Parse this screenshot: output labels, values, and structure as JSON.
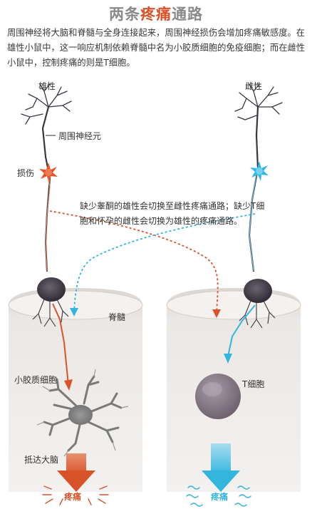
{
  "title": {
    "prefix": "两条",
    "highlight": "疼痛",
    "suffix": "通路"
  },
  "intro": "周围神经将大脑和脊髓与全身连接起来，周围神经损伤会增加疼痛敏感度。在雄性小鼠中，这一响应机制依赖脊髓中名为小胶质细胞的免疫细胞；而在雌性小鼠中，控制疼痛的则是T细胞。",
  "labels": {
    "male": "雄性",
    "female": "雌性",
    "peripheral_neuron": "周围神经元",
    "injury": "损伤",
    "spinal_cord": "脊髓",
    "microglia": "小胶质细胞",
    "t_cell": "T细胞",
    "to_brain": "抵达大脑"
  },
  "note": "缺少睾酮的雄性会切换至雌性疼痛通路；缺少T细胞和怀孕的雌性会切换为雄性的疼痛通路。",
  "pain_left": "疼痛",
  "pain_right": "疼痛",
  "colors": {
    "male_path": "#d9532a",
    "female_path": "#33b5de",
    "neuron_body": "#3a3440",
    "cord": "#e9e4e0"
  }
}
